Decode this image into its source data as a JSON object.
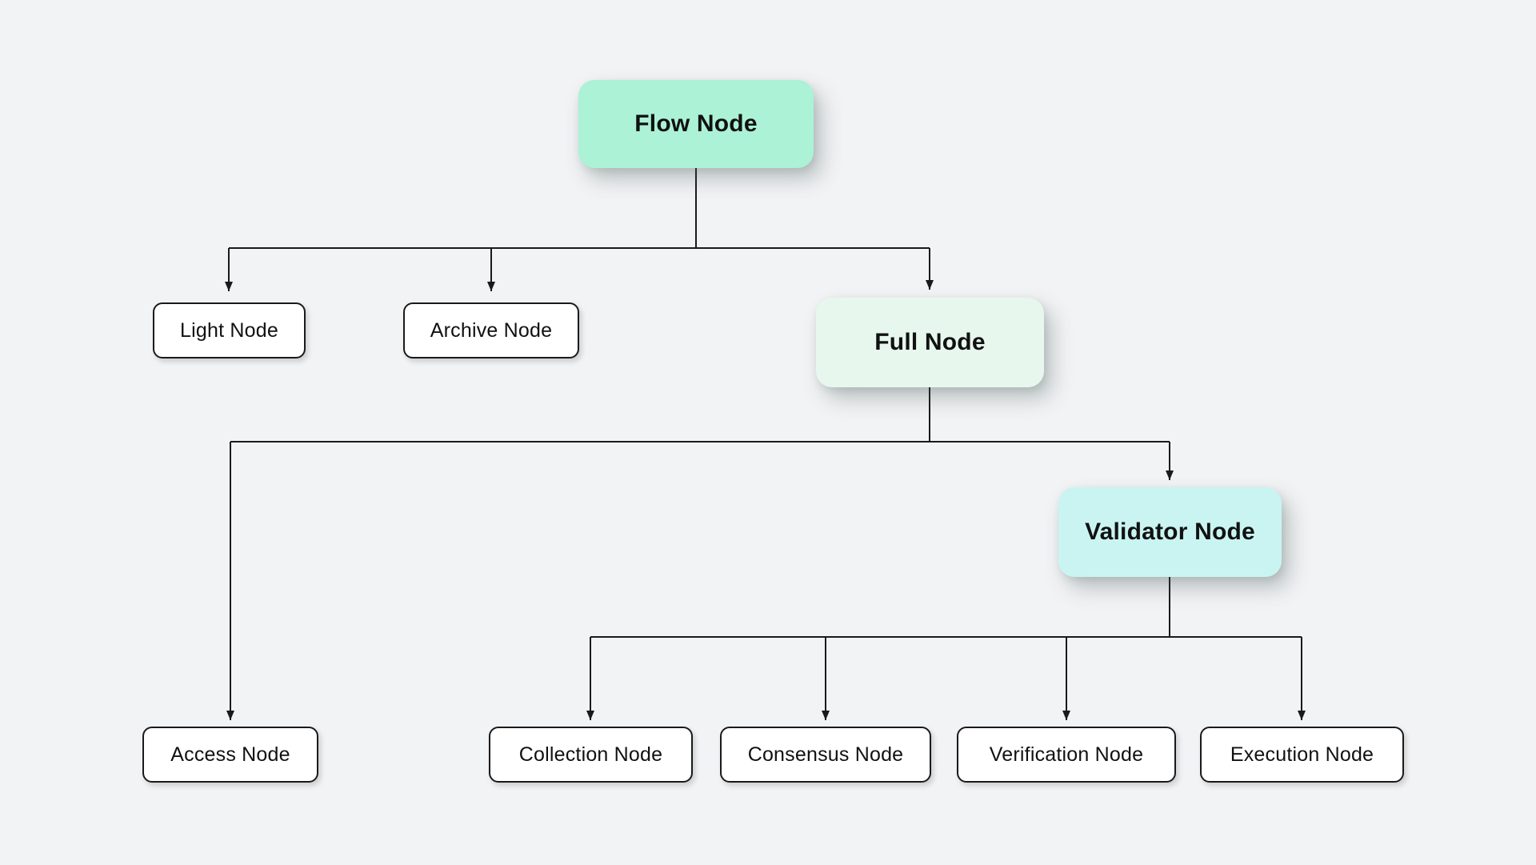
{
  "canvas": {
    "background": "#f2f3f5",
    "line_color": "#1a1a1a",
    "text_color": "#111111"
  },
  "nodes": {
    "flow": {
      "label": "Flow Node",
      "fill": "#abf2d6"
    },
    "light": {
      "label": "Light Node",
      "fill": "#ffffff"
    },
    "archive": {
      "label": "Archive Node",
      "fill": "#ffffff"
    },
    "full": {
      "label": "Full Node",
      "fill": "#e7f7ee"
    },
    "validator": {
      "label": "Validator Node",
      "fill": "#c9f4f2"
    },
    "access": {
      "label": "Access Node",
      "fill": "#ffffff"
    },
    "collection": {
      "label": "Collection Node",
      "fill": "#ffffff"
    },
    "consensus": {
      "label": "Consensus Node",
      "fill": "#ffffff"
    },
    "verification": {
      "label": "Verification Node",
      "fill": "#ffffff"
    },
    "execution": {
      "label": "Execution Node",
      "fill": "#ffffff"
    }
  },
  "edges": [
    {
      "from": "flow",
      "to": "light"
    },
    {
      "from": "flow",
      "to": "archive"
    },
    {
      "from": "flow",
      "to": "full"
    },
    {
      "from": "full",
      "to": "access"
    },
    {
      "from": "full",
      "to": "validator"
    },
    {
      "from": "validator",
      "to": "collection"
    },
    {
      "from": "validator",
      "to": "consensus"
    },
    {
      "from": "validator",
      "to": "verification"
    },
    {
      "from": "validator",
      "to": "execution"
    }
  ]
}
